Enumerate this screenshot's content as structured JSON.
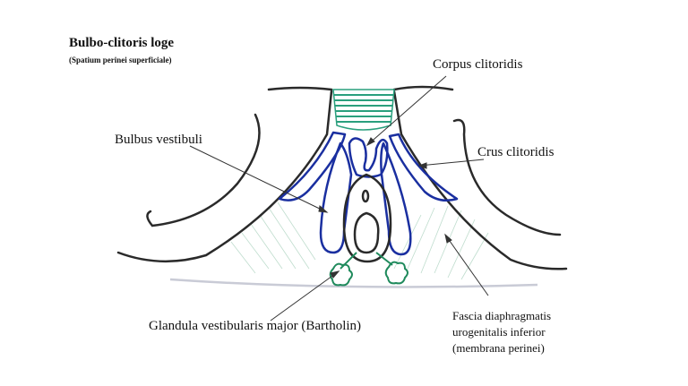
{
  "title": "Bulbo-clitoris loge",
  "subtitle": "(Spatium perinei superficiale)",
  "labels": {
    "corpus": "Corpus clitoridis",
    "bulbus": "Bulbus vestibuli",
    "crus": "Crus clitoridis",
    "glandula": "Glandula vestibularis major (Bartholin)",
    "fascia_line1": "Fascia diaphragmatis",
    "fascia_line2": "urogenitalis inferior",
    "fascia_line3": "(membrana perinei)"
  },
  "colors": {
    "outline": "#2a2a2a",
    "bulb_blue": "#1a2fa0",
    "gland_green": "#1f8a5c",
    "teal_fill": "#2a9f7d",
    "fascia_hatch": "#b8d9c8",
    "membrane": "#c9cbd6"
  }
}
